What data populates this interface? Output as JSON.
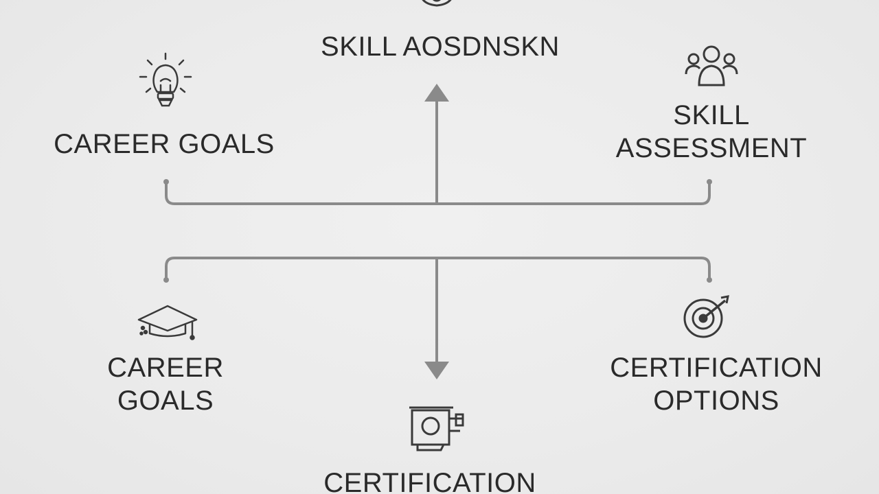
{
  "nodes": {
    "top_center": {
      "label_lines": [
        "SKILL AOSDNSKN"
      ],
      "icon": "gear-icon"
    },
    "top_left": {
      "label_lines": [
        "CAREER GOALS"
      ],
      "icon": "lightbulb-icon"
    },
    "top_right": {
      "label_lines": [
        "SKILL",
        "ASSESSMENT"
      ],
      "icon": "people-group-icon"
    },
    "bottom_left": {
      "label_lines": [
        "CAREER",
        "GOALS"
      ],
      "icon": "graduation-cap-icon"
    },
    "bottom_right": {
      "label_lines": [
        "CERTIFICATION",
        "OPTIONS"
      ],
      "icon": "target-icon"
    },
    "bottom_center": {
      "label_lines": [
        "CERTIFICATION"
      ],
      "icon": "certificate-icon"
    }
  },
  "colors": {
    "background": "#ebebeb",
    "connector": "#8a8a8a",
    "text": "#2a2a2a",
    "icon_stroke": "#3a3a3a"
  }
}
